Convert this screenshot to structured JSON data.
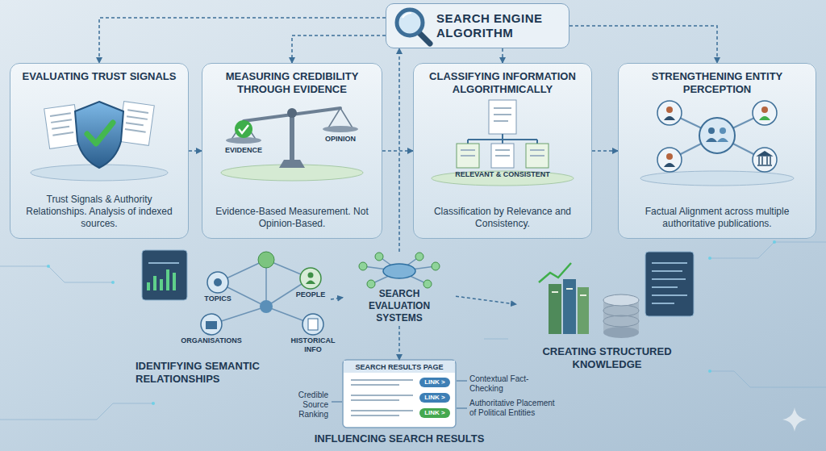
{
  "diagram": {
    "nodes": [
      {
        "text": [
          "SEARCH ENGINE ALGORITHM"
        ]
      },
      {
        "text": [
          "EVALUATING TRUST SIGNALS",
          "Trust Signals & Authority Relationships. Analysis of indexed sources."
        ]
      },
      {
        "text": [
          "MEASURING CREDIBILITY THROUGH EVIDENCE",
          "Evidence-Based Measurement. Not Opinion-Based."
        ]
      },
      {
        "text": [
          "CLASSIFYING INFORMATION ALGORITHMICALLY",
          "Classification by Relevance and Consistency."
        ]
      },
      {
        "text": [
          "STRENGTHENING ENTITY PERCEPTION",
          "Factual Alignment across multiple authoritative publications."
        ]
      },
      {
        "text": [
          "IDENTIFYING SEMANTIC RELATIONSHIPS"
        ]
      },
      {
        "text": [
          "SEARCH EVALUATION SYSTEMS"
        ]
      },
      {
        "text": [
          "CREATING STRUCTURED KNOWLEDGE"
        ]
      },
      {
        "text": [
          "SEARCH RESULTS PAGE",
          "INFLUENCING SEARCH RESULTS"
        ]
      }
    ],
    "edges": [
      {
        "from": 0,
        "to": 1,
        "arrow": "to"
      },
      {
        "from": 0,
        "to": 2,
        "arrow": "to"
      },
      {
        "from": 0,
        "to": 3,
        "arrow": "to"
      },
      {
        "from": 0,
        "to": 4,
        "arrow": "to"
      },
      {
        "from": 1,
        "to": 2,
        "arrow": "to"
      },
      {
        "from": 2,
        "to": 3,
        "arrow": "to"
      },
      {
        "from": 3,
        "to": 4,
        "arrow": "to"
      },
      {
        "from": 6,
        "to": 0,
        "arrow": "to"
      },
      {
        "from": 5,
        "to": 6,
        "arrow": "to"
      },
      {
        "from": 6,
        "to": 7,
        "arrow": "to"
      },
      {
        "from": 6,
        "to": 8,
        "arrow": "to"
      }
    ],
    "labels": [
      "EVIDENCE",
      "OPINION",
      "RELEVANT & CONSISTENT",
      "TOPICS",
      "PEOPLE",
      "ORGANISATIONS",
      "HISTORICAL INFO",
      "LINK >",
      "LINK >",
      "LINK >",
      "Credible Source Ranking",
      "Contextual Fact-Checking",
      "Authoritative Placement of Political Entities"
    ]
  }
}
